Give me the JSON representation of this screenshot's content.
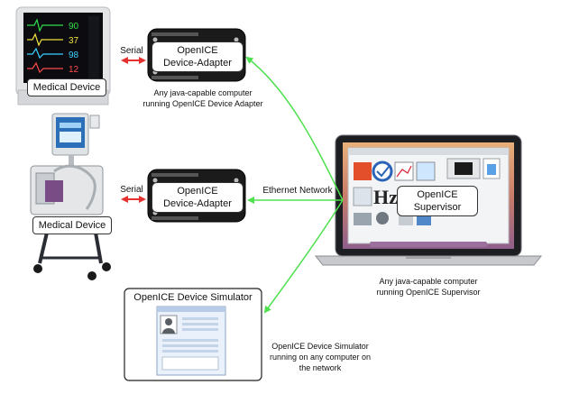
{
  "monitor": {
    "label": "Medical Device",
    "connection": "Serial"
  },
  "adapter_top": {
    "title_line1": "OpenICE",
    "title_line2": "Device-Adapter",
    "caption_line1": "Any java-capable computer",
    "caption_line2": "running OpenICE Device Adapter"
  },
  "ventilator": {
    "label": "Medical Device",
    "connection": "Serial"
  },
  "adapter_mid": {
    "title_line1": "OpenICE",
    "title_line2": "Device-Adapter"
  },
  "network": {
    "label": "Ethernet Network"
  },
  "supervisor": {
    "title_line1": "OpenICE",
    "title_line2": "Supervisor",
    "caption_line1": "Any java-capable computer",
    "caption_line2": "running OpenICE Supervisor"
  },
  "simulator": {
    "title": "OpenICE Device Simulator",
    "caption_line1": "OpenICE Device Simulator",
    "caption_line2": "running on any computer on",
    "caption_line3": "the network"
  },
  "colors": {
    "link": "#4ee04e",
    "serial": "#e53030",
    "board": "#1b1b1b"
  }
}
